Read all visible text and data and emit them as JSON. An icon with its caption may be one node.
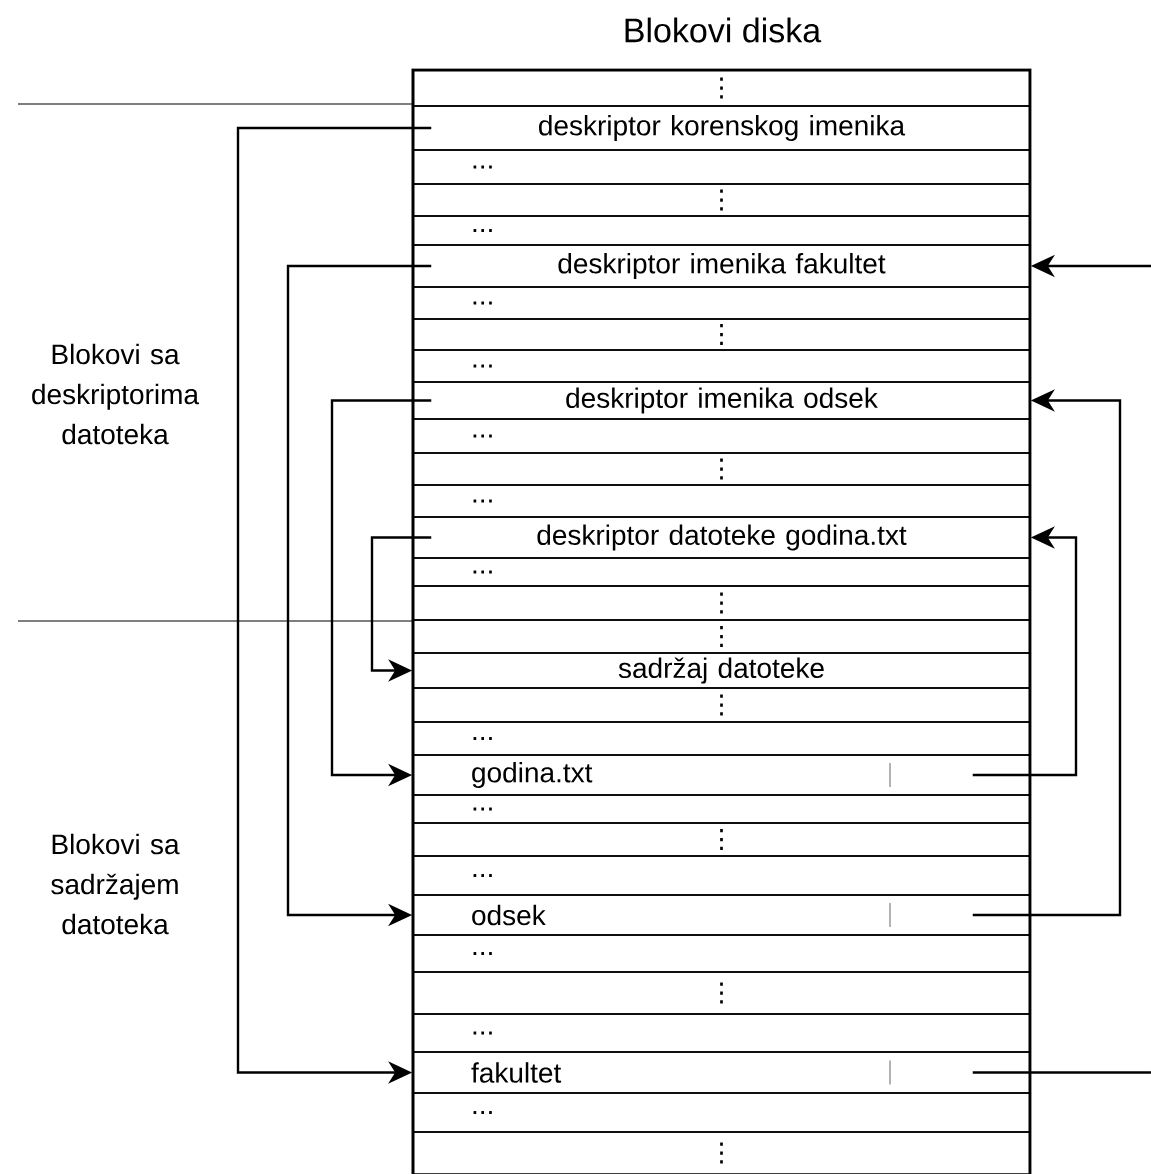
{
  "diagram": {
    "title": "Blokovi diska",
    "nodes": [
      {
        "text": [
          "⋮"
        ]
      },
      {
        "text": [
          "deskriptor korenskog imenika"
        ]
      },
      {
        "text": [
          "..."
        ]
      },
      {
        "text": [
          "⋮"
        ]
      },
      {
        "text": [
          "..."
        ]
      },
      {
        "text": [
          "deskriptor imenika fakultet"
        ]
      },
      {
        "text": [
          "..."
        ]
      },
      {
        "text": [
          "⋮"
        ]
      },
      {
        "text": [
          "..."
        ]
      },
      {
        "text": [
          "deskriptor imenika odsek"
        ]
      },
      {
        "text": [
          "..."
        ]
      },
      {
        "text": [
          "⋮"
        ]
      },
      {
        "text": [
          "..."
        ]
      },
      {
        "text": [
          "deskriptor datoteke godina.txt"
        ]
      },
      {
        "text": [
          "..."
        ]
      },
      {
        "text": [
          "⋮"
        ]
      },
      {
        "text": [
          "⋮"
        ]
      },
      {
        "text": [
          "sadržaj datoteke"
        ]
      },
      {
        "text": [
          "⋮"
        ]
      },
      {
        "text": [
          "..."
        ]
      },
      {
        "text": [
          "godina.txt"
        ]
      },
      {
        "text": [
          "..."
        ]
      },
      {
        "text": [
          "⋮"
        ]
      },
      {
        "text": [
          "..."
        ]
      },
      {
        "text": [
          "odsek"
        ]
      },
      {
        "text": [
          "..."
        ]
      },
      {
        "text": [
          "⋮"
        ]
      },
      {
        "text": [
          "..."
        ]
      },
      {
        "text": [
          "fakultet"
        ]
      },
      {
        "text": [
          "..."
        ]
      },
      {
        "text": [
          "⋮"
        ]
      }
    ],
    "edges": [
      {
        "from": 1,
        "to": 28,
        "arrow": "to"
      },
      {
        "from": 5,
        "to": 24,
        "arrow": "to"
      },
      {
        "from": 9,
        "to": 20,
        "arrow": "to"
      },
      {
        "from": 13,
        "to": 17,
        "arrow": "to"
      },
      {
        "from": 20,
        "to": 13,
        "arrow": "to"
      },
      {
        "from": 24,
        "to": 9,
        "arrow": "to"
      },
      {
        "from": null,
        "to": 5,
        "arrow": "to"
      },
      {
        "from": 28,
        "to": null,
        "arrow": "none"
      }
    ],
    "labels": [
      "Blokovi sa deskriptorima datoteka",
      "Blokovi sa sadržajem datoteka"
    ]
  }
}
